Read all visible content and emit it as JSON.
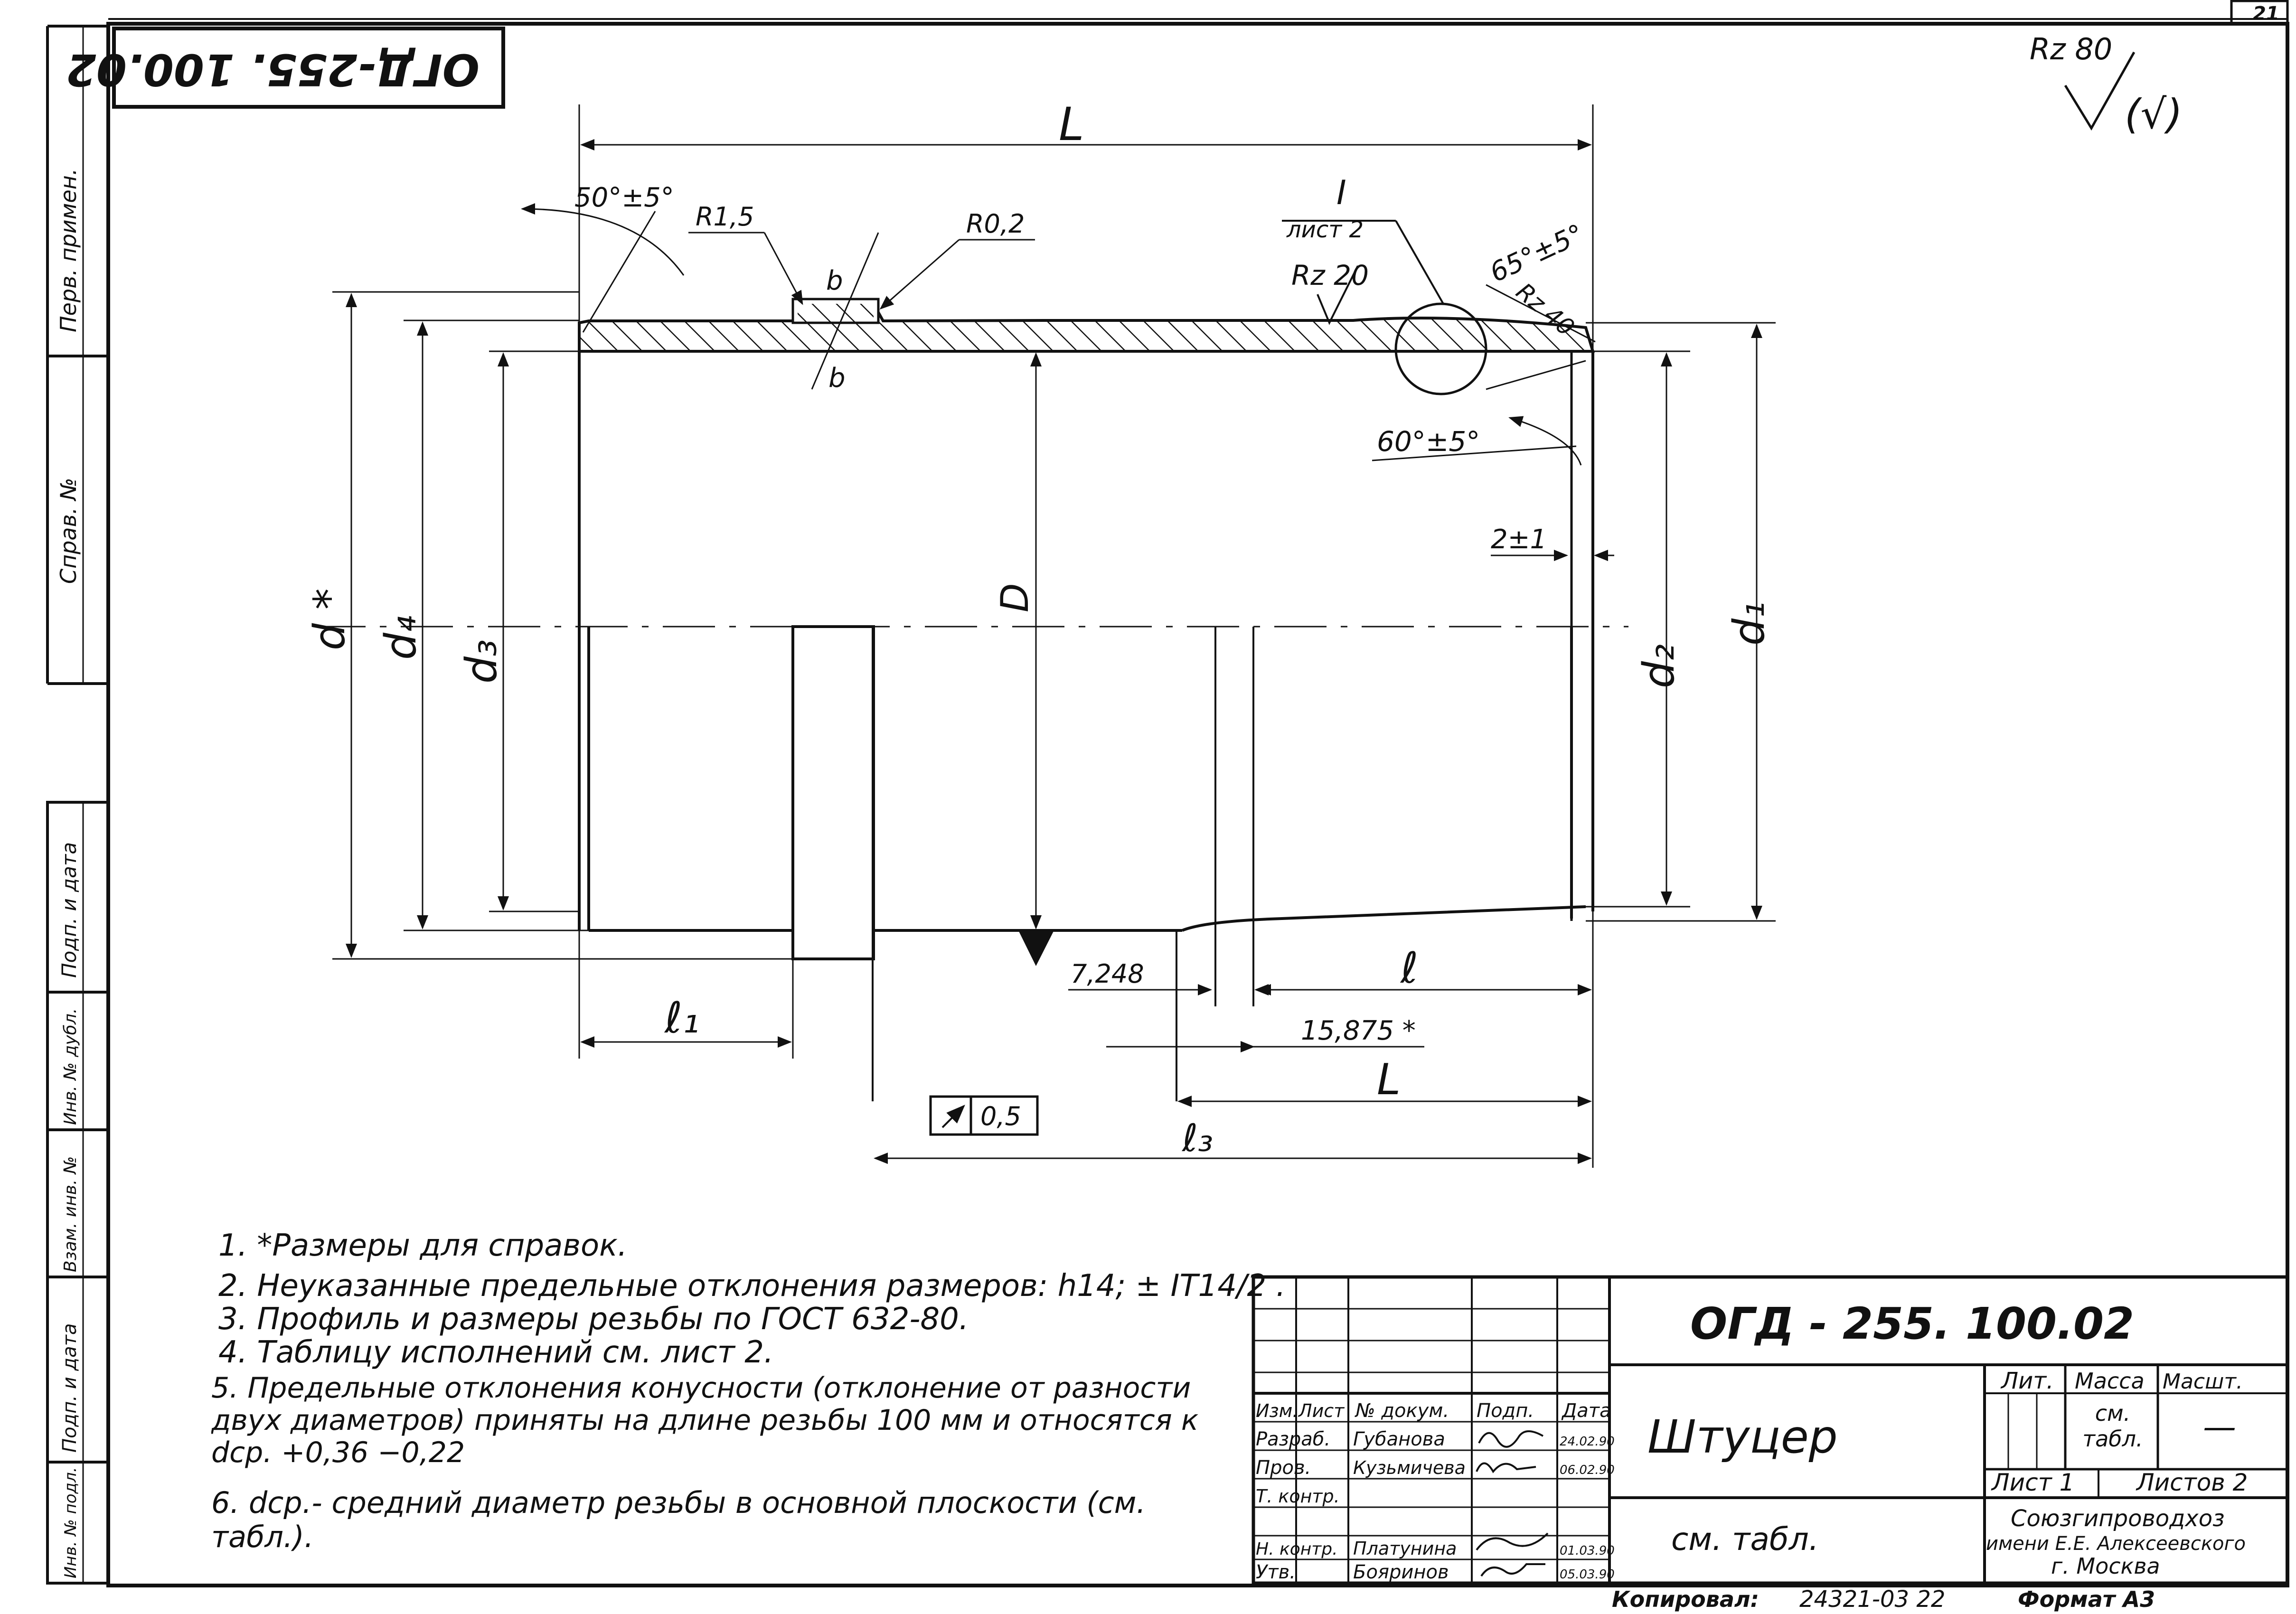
{
  "sheet": {
    "page_number": "21",
    "title_stamp_rotated": "ОГД-255. 100.02",
    "left_margin_labels": [
      "Перв. примен.",
      "Справ. №",
      "Подп. и дата",
      "Инв. № дубл.",
      "Взам. инв. №",
      "Подп. и дата",
      "Инв. № подл."
    ]
  },
  "roughness": {
    "general": "Rz 80",
    "general_parenthetical": "(√)",
    "outer_surface": "Rz 20",
    "chamfer": "Rz 40"
  },
  "drawing": {
    "dims": {
      "L_total": "L",
      "D": "D",
      "d_star": "d *",
      "d1": "d₁",
      "d2": "d₂",
      "d3": "d₃",
      "d4": "d₄",
      "l": "ℓ",
      "l1": "ℓ₁",
      "l3": "ℓ₃",
      "L": "L",
      "dim_7248": "7,248",
      "dim_15875": "15,875 *",
      "dim_2pm1": "2±1",
      "r15": "R1,5",
      "r02": "R0,2",
      "b": "b",
      "angle_left": "50°±5°",
      "angle_right": "65°±5°",
      "angle_lower": "60°±5°",
      "runout": "0,5",
      "detail_mark": "I",
      "detail_sheet": "лист 2"
    }
  },
  "notes": [
    "1. *Размеры для справок.",
    "2. Неуказанные предельные отклонения размеров: h14; ± IT14/2 .",
    "3. Профиль и размеры резьбы по ГОСТ 632-80.",
    "4. Таблицу исполнений см. лист 2.",
    "5. Предельные отклонения конусности (отклонение от разности двух диаметров) приняты на длине резьбы 100 мм и относятся к dср. +0,36 −0,22",
    "6. dср.- средний диаметр резьбы в основной плоскости (см. табл.)."
  ],
  "title_block": {
    "designation": "ОГД - 255. 100.02",
    "name": "Штуцер",
    "material": "см. табл.",
    "headers": {
      "izm": "Изм.",
      "list": "Лист",
      "doc": "№ докум.",
      "sign": "Подп.",
      "date": "Дата"
    },
    "rows": [
      {
        "role": "Разраб.",
        "name": "Губанова",
        "date": "24.02.90"
      },
      {
        "role": "Пров.",
        "name": "Кузьмичева",
        "date": "06.02.90"
      },
      {
        "role": "Т. контр.",
        "name": "",
        "date": ""
      },
      {
        "role": "Н. контр.",
        "name": "Платунина",
        "date": "01.03.90"
      },
      {
        "role": "Утв.",
        "name": "Бояринов",
        "date": "05.03.90"
      }
    ],
    "lit_label": "Лит.",
    "mass_label": "Масса",
    "scale_label": "Масшт.",
    "mass_value": "см. табл.",
    "scale_value": "—",
    "sheet_label": "Лист 1",
    "sheets_label": "Листов 2",
    "org": [
      "Союзгипроводхоз",
      "имени Е.Е. Алексеевского",
      "г. Москва"
    ],
    "copied_label": "Копировал:",
    "copied_value": "24321-03 22",
    "format_label": "Формат А3"
  }
}
